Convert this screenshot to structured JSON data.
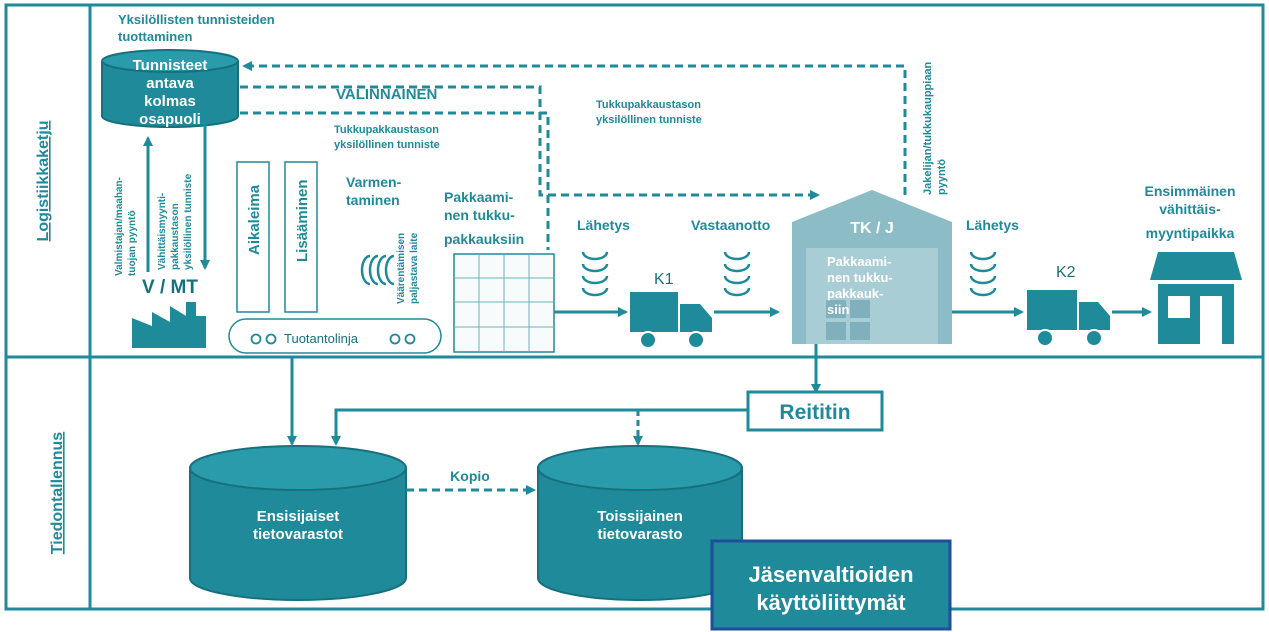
{
  "colors": {
    "teal": "#1f8a99",
    "dark_teal": "#17707d",
    "frame_blue": "#1f4e9a",
    "pale_teal": "#e6f2f3",
    "warehouse": "#8cbcc6"
  },
  "lanes": {
    "top": "Logistiikkaketju",
    "bottom": "Tiedontallennus"
  },
  "third_party": {
    "header_line1": "Yksilöllisten tunnisteiden",
    "header_line2": "tuottaminen",
    "db_lines": [
      "Tunnisteet",
      "antava",
      "kolmas",
      "osapuoli"
    ]
  },
  "labels": {
    "optional": "VALINNAINEN",
    "wholesale_id_left": [
      "Tukkupakkaustason",
      "yksilöllinen tunniste"
    ],
    "wholesale_id_right": [
      "Tukkupakkaustason",
      "yksilöllinen tunniste"
    ],
    "distributor_request": [
      "Jakelijan/tukkukauppiaan",
      "pyyntö"
    ],
    "manufacturer_request": [
      "Valmistajan/maahan-",
      "tuojan pyyntö"
    ],
    "retail_pack_id": [
      "Vähittäismyynti-",
      "pakkaustason",
      "yksilöllinen tunniste"
    ],
    "manufacturer": "V / MT",
    "timestamp": "Aikaleima",
    "adding": "Lisääminen",
    "verification": [
      "Varmen-",
      "taminen"
    ],
    "tamper_device": [
      "Väärentämisen",
      "paljastava laite"
    ],
    "production_line": "Tuotantolinja",
    "packing": [
      "Pakkaami-",
      "nen tukku-",
      "pakkauksiin"
    ],
    "shipment_1": "Lähetys",
    "receipt": "Vastaanotto",
    "truck_1": "K1",
    "warehouse_name": "TK / J",
    "warehouse_packing": [
      "Pakkaami-",
      "nen tukku-",
      "pakkauk-",
      "siin"
    ],
    "shipment_2": "Lähetys",
    "truck_2": "K2",
    "retail": [
      "Ensimmäinen",
      "vähittäis-",
      "myyntipaikka"
    ],
    "router": "Reititin",
    "copy": "Kopio",
    "primary_db": [
      "Ensisijaiset",
      "tietovarastot"
    ],
    "secondary_db": [
      "Toissijainen",
      "tietovarasto"
    ],
    "member_states": [
      "Jäsenvaltioiden",
      "käyttöliittymät"
    ]
  }
}
